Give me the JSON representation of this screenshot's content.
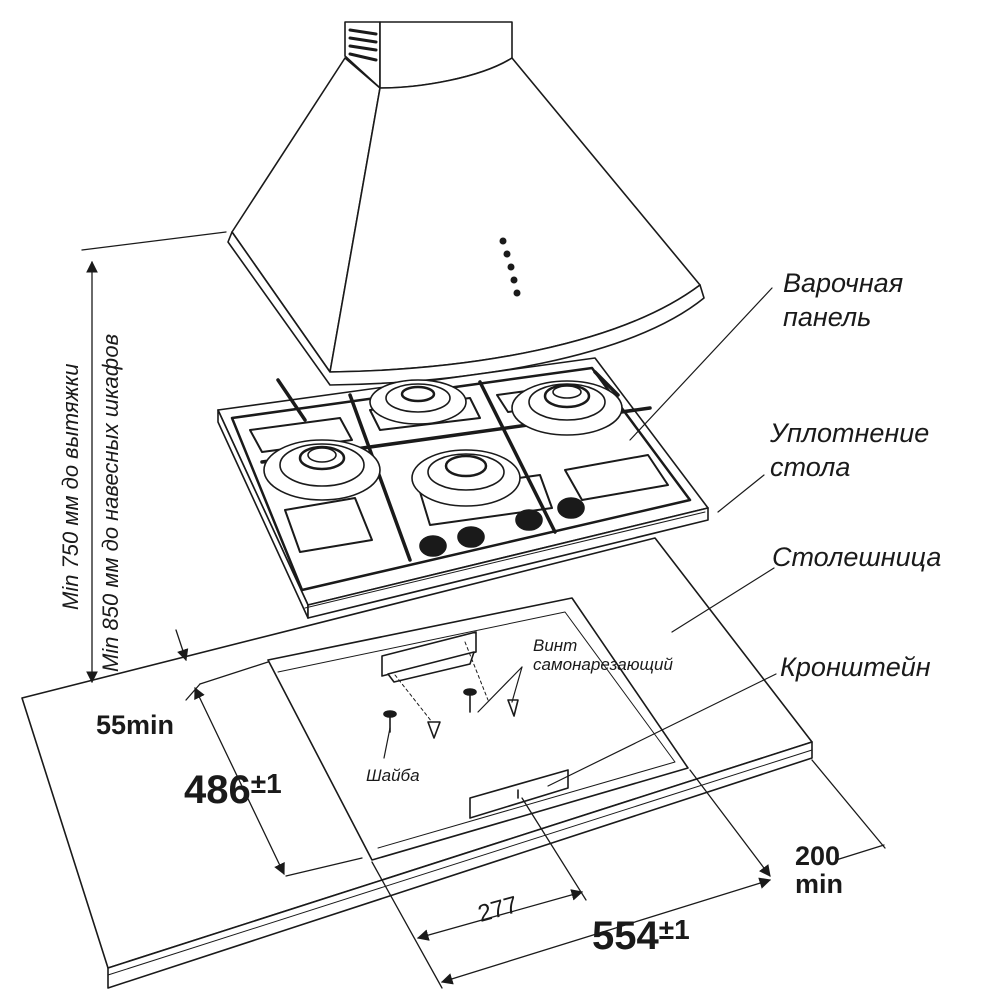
{
  "callouts": {
    "hob": [
      "Варочная",
      "панель"
    ],
    "seal": [
      "Уплотнение",
      "стола"
    ],
    "countertop": "Столешница",
    "bracket": "Кронштейн",
    "screw": [
      "Винт",
      "самонарезающий"
    ],
    "washer": "Шайба"
  },
  "vertical_notes": {
    "hood_distance": "Min 750 мм до вытяжки",
    "cabinet_distance": "Min 850 мм до навесных шкафов"
  },
  "dimensions": {
    "cutout_depth_value": "486",
    "cutout_depth_tol": "±1",
    "cutout_width_value": "554",
    "cutout_width_tol": "±1",
    "bracket_offset": "277",
    "front_margin": "55min",
    "back_margin": [
      "200",
      "min"
    ]
  },
  "colors": {
    "stroke": "#1a1a1a",
    "background": "#ffffff"
  }
}
